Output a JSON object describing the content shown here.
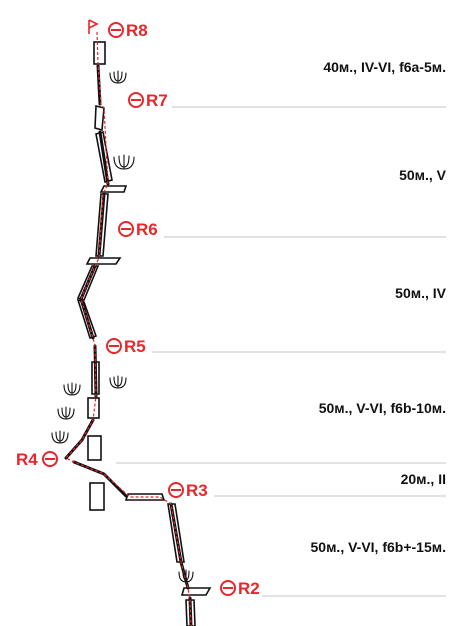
{
  "anchors": [
    {
      "id": "r8",
      "label": "R8"
    },
    {
      "id": "r7",
      "label": "R7"
    },
    {
      "id": "r6",
      "label": "R6"
    },
    {
      "id": "r5",
      "label": "R5"
    },
    {
      "id": "r4",
      "label": "R4"
    },
    {
      "id": "r3",
      "label": "R3"
    },
    {
      "id": "r2",
      "label": "R2"
    }
  ],
  "pitches": [
    {
      "label": "40м., IV-VI, f6a-5м."
    },
    {
      "label": "50м., V"
    },
    {
      "label": "50м., IV"
    },
    {
      "label": "50м., V-VI, f6b-10м."
    },
    {
      "label": "20м., II"
    },
    {
      "label": "50м., V-VI, f6b+-15м."
    }
  ],
  "icons": {
    "finish": "flag-icon",
    "anchor": "anchor-circle-icon",
    "vegetation": "grass-tuft-icon"
  },
  "colors": {
    "anchor": "#e8262b",
    "text": "#111111",
    "line": "#b3b3b3"
  }
}
